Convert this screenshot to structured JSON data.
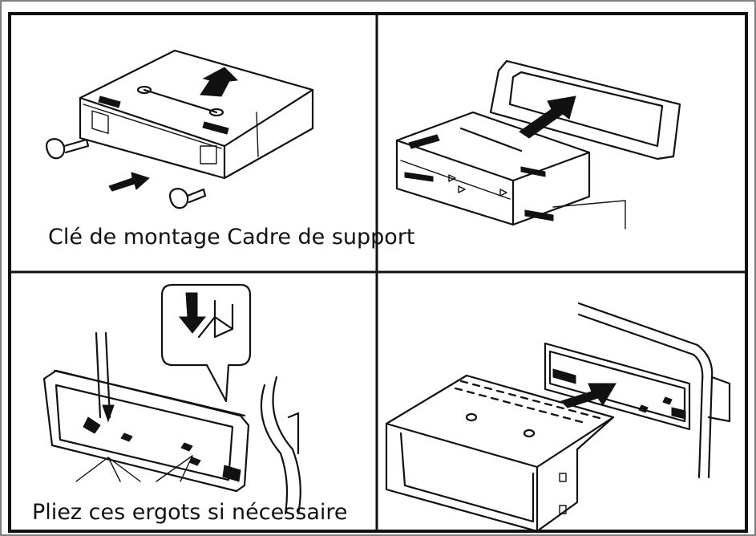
{
  "captions": {
    "panel_1": "Clé de montage Cadre de support",
    "panel_3": "Pliez ces ergots si nécessaire"
  },
  "colors": {
    "line": "#111111",
    "background": "#ffffff",
    "outer_border": "#555555"
  },
  "panels": [
    {
      "id": "panel-1",
      "depicts": "unit with arrow and two mounting keys"
    },
    {
      "id": "panel-2",
      "depicts": "support frame being slid out of mounting sleeve"
    },
    {
      "id": "panel-3",
      "depicts": "sleeve in dashboard with tabs being bent"
    },
    {
      "id": "panel-4",
      "depicts": "unit inserted into mounted sleeve"
    }
  ]
}
